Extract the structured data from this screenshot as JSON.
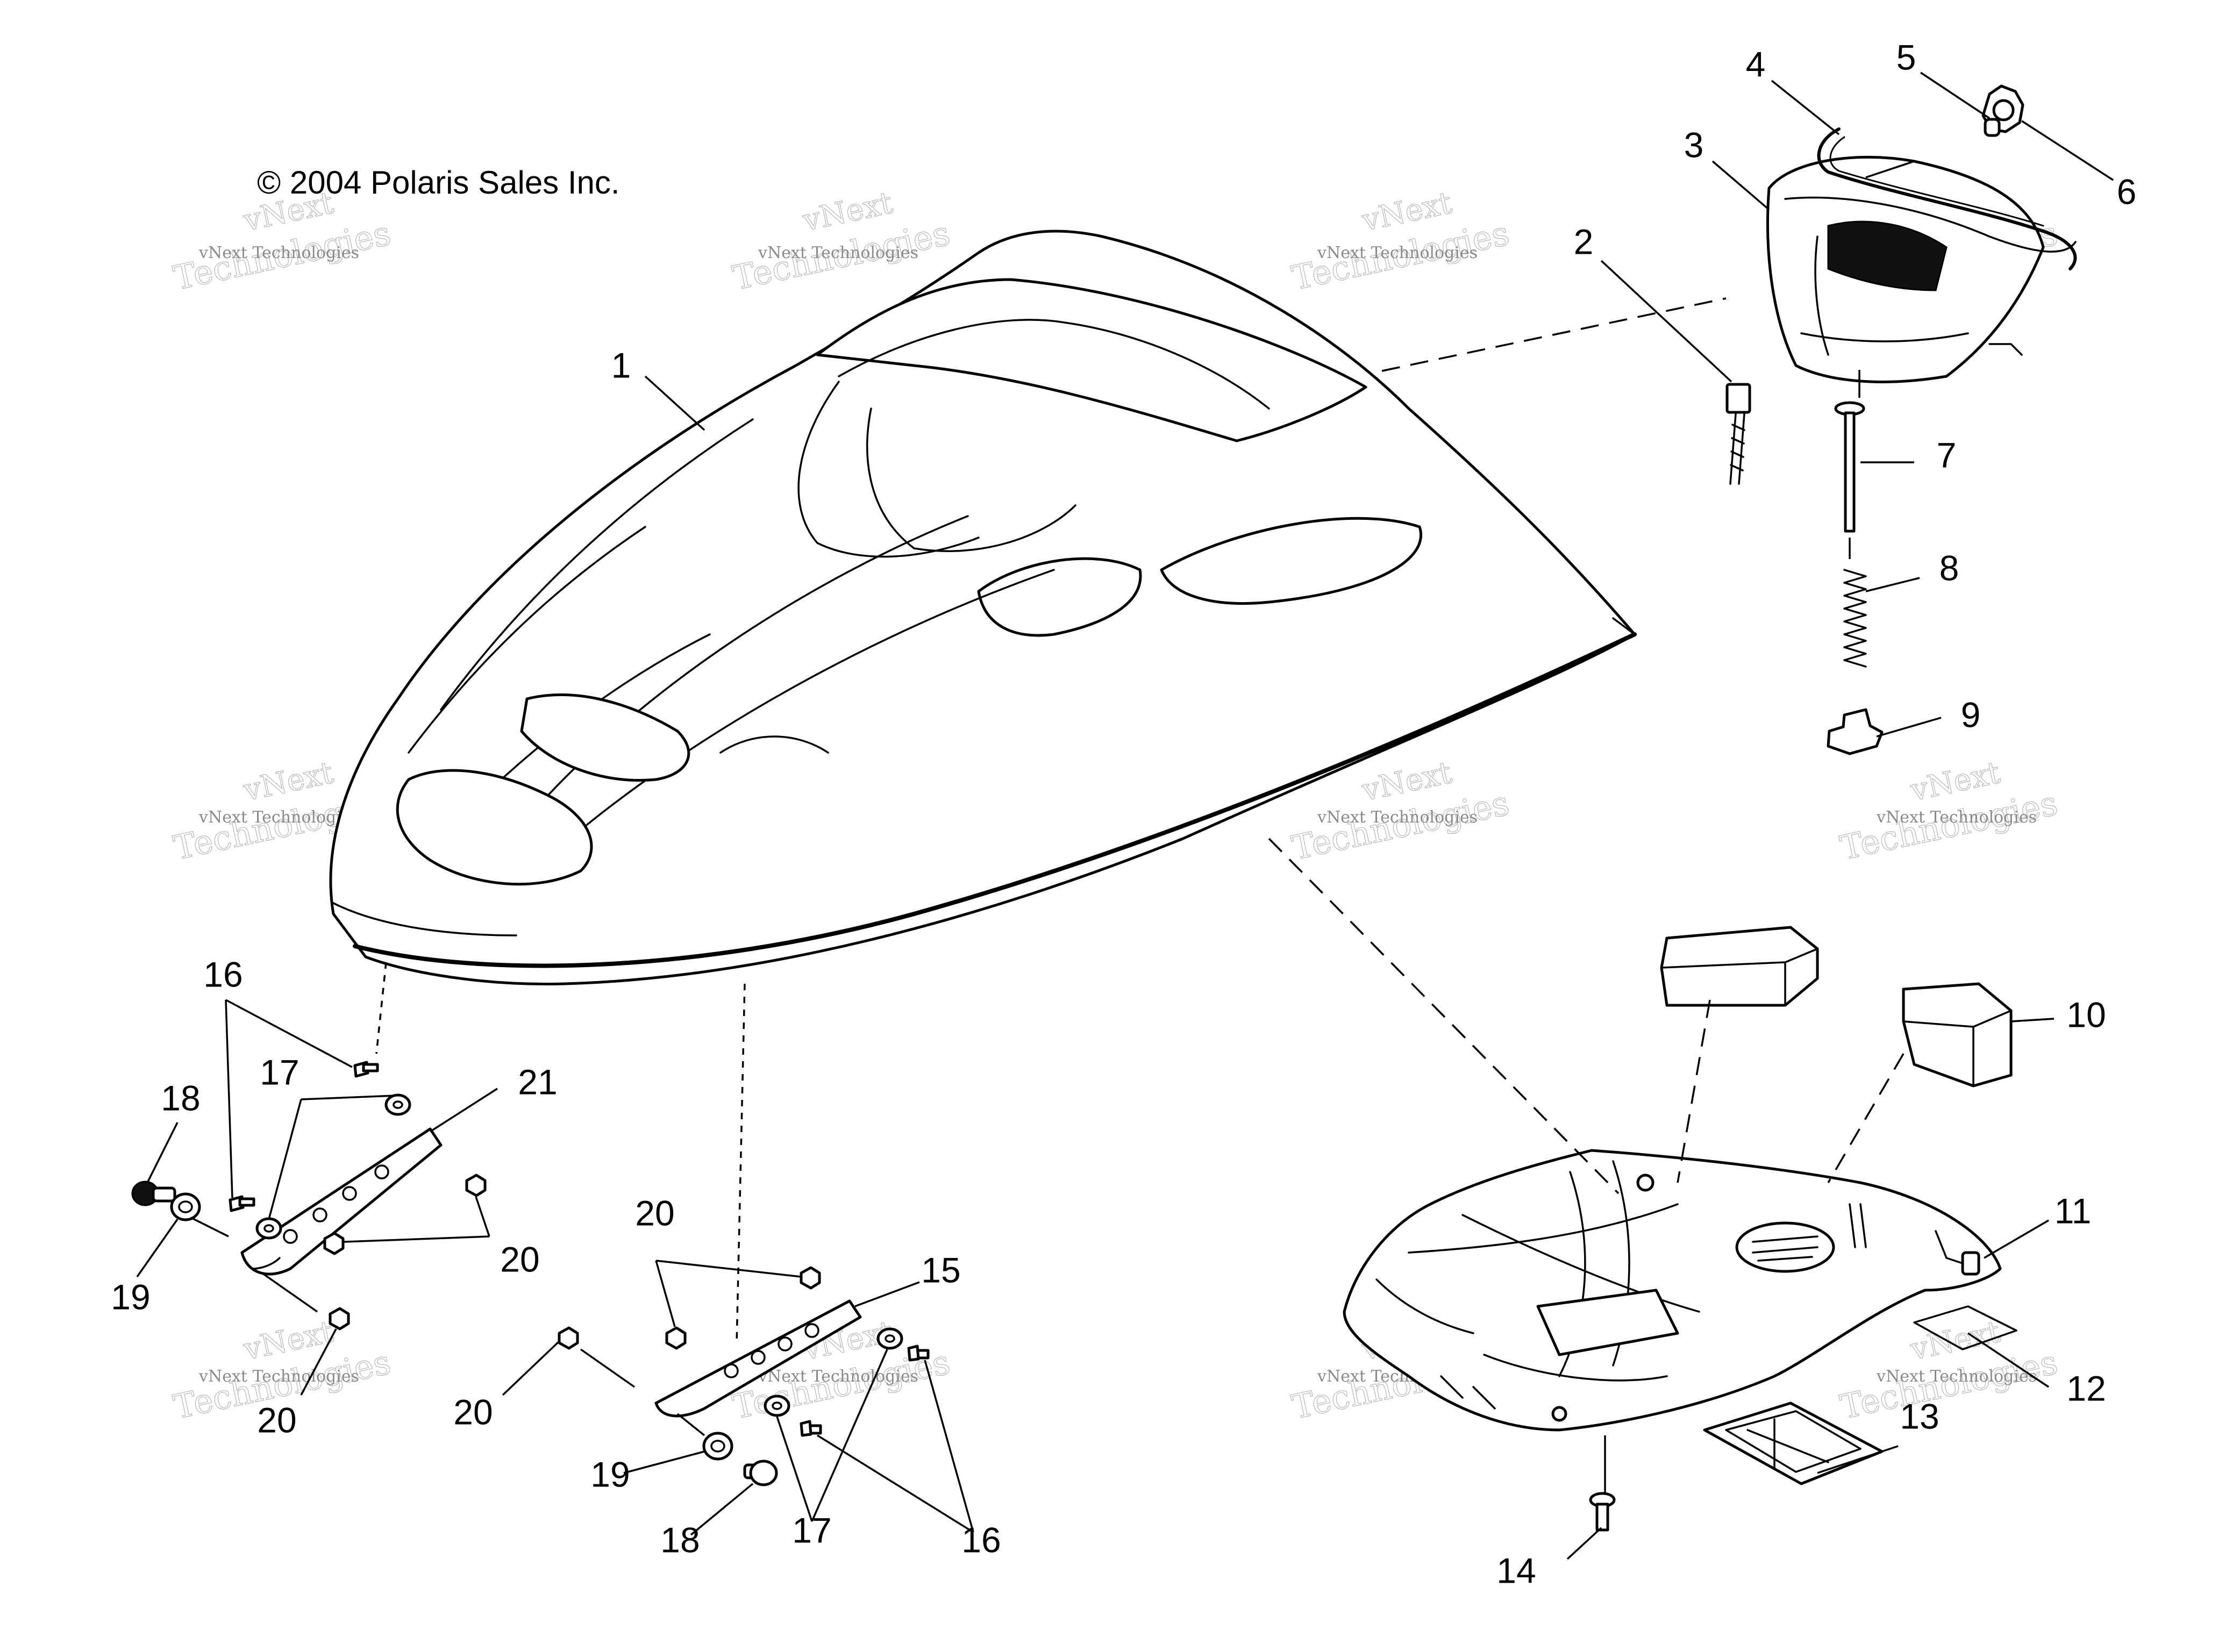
{
  "copyright": "© 2004 Polaris Sales Inc.",
  "watermark": {
    "line1": "vNext",
    "line2": "Technologies",
    "small": "vNext Technologies"
  },
  "callouts": [
    "1",
    "2",
    "3",
    "4",
    "5",
    "6",
    "7",
    "8",
    "9",
    "10",
    "11",
    "12",
    "13",
    "14",
    "15",
    "16",
    "16",
    "17",
    "17",
    "18",
    "18",
    "19",
    "19",
    "20",
    "20",
    "20",
    "20",
    "21"
  ]
}
